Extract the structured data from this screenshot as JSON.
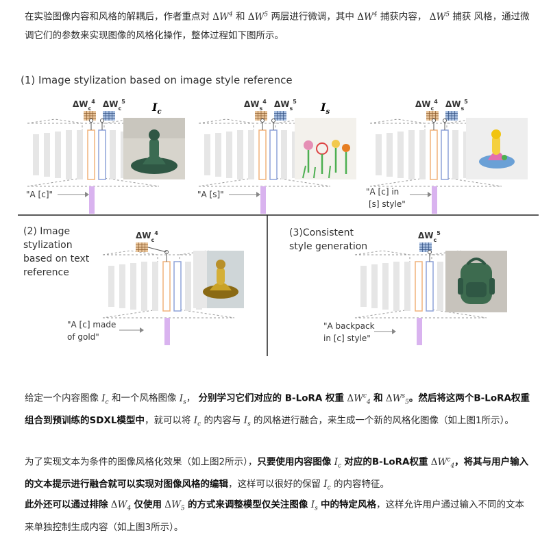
{
  "intro": {
    "text_1": "在实验图像内容和风格的解耦后，作者重点对",
    "text_2": "和",
    "text_3": "两层进行微调，其中",
    "text_4": "捕获内容，",
    "text_5": "捕获",
    "text_6": "风格，通过微调它们的参数来实现图像的风格化操作，整体过程如下图所示。"
  },
  "figure": {
    "panel1": {
      "title": "(1) Image stylization based on image style reference",
      "subpanels": [
        {
          "prompt_line1": "\"A [c]\"",
          "prompt_line2": "",
          "w4_label": "ΔW",
          "w4_sup": "4",
          "w4_sub": "c",
          "w5_label": "ΔW",
          "w5_sup": "5",
          "w5_sub": "c",
          "image_label": "I",
          "image_sub": "c",
          "photo": "green-statue"
        },
        {
          "prompt_line1": "\"A [s]\"",
          "prompt_line2": "",
          "w4_label": "ΔW",
          "w4_sup": "4",
          "w4_sub": "s",
          "w5_label": "ΔW",
          "w5_sup": "5",
          "w5_sub": "s",
          "image_label": "I",
          "image_sub": "s",
          "photo": "flower-drawing"
        },
        {
          "prompt_line1": "\"A [c] in",
          "prompt_line2": "[s] style\"",
          "w4_label": "ΔW",
          "w4_sup": "4",
          "w4_sub": "c",
          "w5_label": "ΔW",
          "w5_sup": "5",
          "w5_sub": "s",
          "image_label": "",
          "image_sub": "",
          "photo": "stylized-statue"
        }
      ]
    },
    "panel2": {
      "title_lines": [
        "(2) Image",
        "stylization",
        "based on text",
        "reference"
      ],
      "prompt_line1": "\"A [c] made",
      "prompt_line2": "of gold\"",
      "w4_label": "ΔW",
      "w4_sup": "4",
      "w4_sub": "c",
      "photo": "gold-statue"
    },
    "panel3": {
      "title_lines": [
        "(3)Consistent",
        "style generation"
      ],
      "prompt_line1": "\"A backpack",
      "prompt_line2": "in [c] style\"",
      "w5_label": "ΔW",
      "w5_sup": "5",
      "w5_sub": "c",
      "photo": "green-backpack"
    }
  },
  "paragraphs": {
    "p1": {
      "a": "给定一个内容图像",
      "b": "和一个风格图像",
      "c": "，",
      "bold1": "分别学习它们对应的 B-LoRA 权重",
      "bold2": "和",
      "bold3": "。然后将这两个B-LoRA权重组合到预训练的SDXL模型中",
      "d": "，就可以将",
      "e": "的内容与",
      "f": "的风格进行融合，来生成一个新的风格化图像（如上图1所示）。"
    },
    "p2": {
      "a": "为了实现文本为条件的图像风格化效果（如上图2所示），",
      "bold1": "只要使用内容图像",
      "bold2": "对应的B-LoRA权重",
      "bold3": "，将其与用户输入的文本提示进行融合就可以实现对图像风格的编辑",
      "b": "，这样可以很好的保留",
      "c": "的内容特征。"
    },
    "p3": {
      "bold1": "此外还可以通过排除",
      "bold2": "仅使用",
      "bold3": "的方式来调整模型仅关注图像",
      "bold4": "中的特定风格",
      "a": "，这样允许用户通过输入不同的文本来单独控制生成内容（如上图3所示）。"
    }
  }
}
